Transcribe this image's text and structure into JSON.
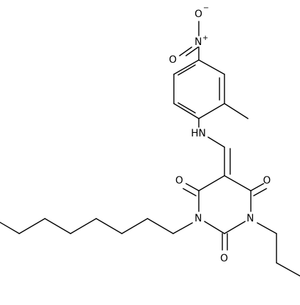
{
  "diagram": {
    "kind": "chemical structure",
    "colors": {
      "bond": "#000000",
      "text": "#000000",
      "background": "#ffffff"
    },
    "labels": {
      "nitro_n": "N",
      "nitro_plus": "+",
      "nitro_o_top": "O",
      "nitro_o_top_minus": "−",
      "nitro_o_left": "O",
      "nh": "HN",
      "n1": "N",
      "n3": "N",
      "o_c4": "O",
      "o_c6": "O",
      "o_c2": "O"
    }
  }
}
